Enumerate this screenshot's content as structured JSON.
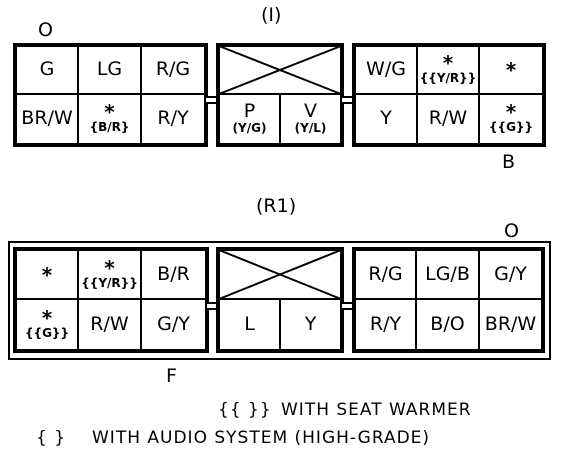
{
  "connector_i": {
    "title": "(I)",
    "corner_top": "O",
    "corner_bottom": "B",
    "left_top": [
      "G",
      "LG",
      "R/G"
    ],
    "left_bottom": [
      "BR/W",
      "R/Y"
    ],
    "left_bottom_star_sub": "{B/R}",
    "mid_cells": [
      {
        "main": "P",
        "sub": "(Y/G)"
      },
      {
        "main": "V",
        "sub": "(Y/L)"
      }
    ],
    "right_top_first": "W/G",
    "right_top_star_sub": "{{Y/R}}",
    "right_bottom": [
      "Y",
      "R/W"
    ],
    "right_bottom_star_sub": "{{G}}",
    "star": "*"
  },
  "connector_r1": {
    "title": "(R1)",
    "corner_top": "O",
    "corner_bottom": "F",
    "left_top_star_sub": "{{Y/R}}",
    "left_top_third": "B/R",
    "left_bottom_star_sub": "{{G}}",
    "left_bottom": [
      "R/W",
      "G/Y"
    ],
    "mid_cells": [
      "L",
      "Y"
    ],
    "right_top": [
      "R/G",
      "LG/B",
      "G/Y"
    ],
    "right_bottom": [
      "R/Y",
      "B/O",
      "BR/W"
    ],
    "star": "*"
  },
  "legend": {
    "seat_warmer_symbol": "{{ }}",
    "seat_warmer_text": "WITH SEAT WARMER",
    "audio_symbol": "{ }",
    "audio_text": "WITH AUDIO SYSTEM (HIGH-GRADE)"
  }
}
